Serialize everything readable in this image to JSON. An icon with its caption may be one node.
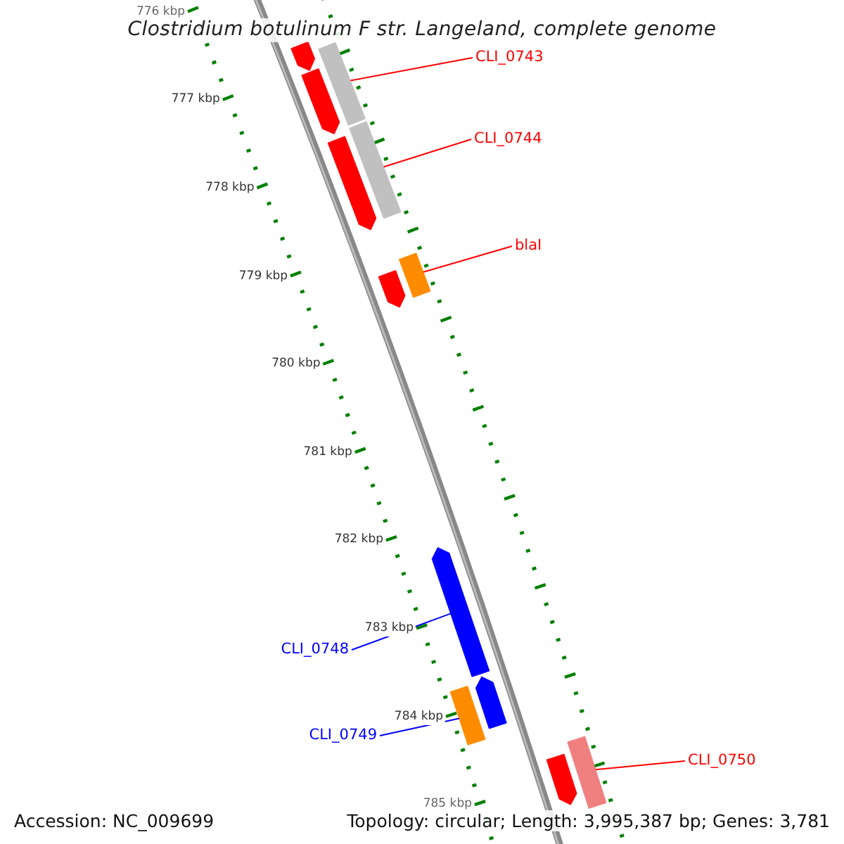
{
  "diagram": {
    "title": "Clostridium botulinum F str. Langeland, complete genome",
    "nodes": [
      {
        "text": [
          "CLI_0743"
        ]
      },
      {
        "text": [
          "CLI_0744"
        ]
      },
      {
        "text": [
          "blaI"
        ]
      },
      {
        "text": [
          "CLI_0748"
        ]
      },
      {
        "text": [
          "CLI_0749"
        ]
      },
      {
        "text": [
          "CLI_0750"
        ]
      },
      {
        "text": [],
        "shape": "arrow"
      },
      {
        "text": [],
        "shape": "bar"
      },
      {
        "text": [],
        "shape": "arrow"
      },
      {
        "text": [],
        "shape": "arrow"
      },
      {
        "text": [],
        "shape": "bar"
      },
      {
        "text": [],
        "shape": "arrow"
      },
      {
        "text": [],
        "shape": "bar"
      },
      {
        "text": [],
        "shape": "arrow"
      },
      {
        "text": [],
        "shape": "arrow"
      },
      {
        "text": [],
        "shape": "bar"
      },
      {
        "text": [],
        "shape": "arrow"
      },
      {
        "text": [],
        "shape": "bar"
      }
    ],
    "edges": [
      {
        "from": 0,
        "to": 7,
        "arrow": "none"
      },
      {
        "from": 1,
        "to": 10,
        "arrow": "none"
      },
      {
        "from": 2,
        "to": 12,
        "arrow": "none"
      },
      {
        "from": 3,
        "to": 13,
        "arrow": "none",
        "color": "#0000ff"
      },
      {
        "from": 4,
        "to": 15,
        "arrow": "none",
        "color": "#0000ff"
      },
      {
        "from": 5,
        "to": 17,
        "arrow": "none"
      }
    ],
    "labels": [
      "776 kbp",
      "777 kbp",
      "778 kbp",
      "779 kbp",
      "780 kbp",
      "781 kbp",
      "782 kbp",
      "783 kbp",
      "784 kbp",
      "785 kbp",
      "Accession: NC_009699",
      "Topology: circular; Length: 3,995,387 bp; Genes: 3,781"
    ]
  }
}
